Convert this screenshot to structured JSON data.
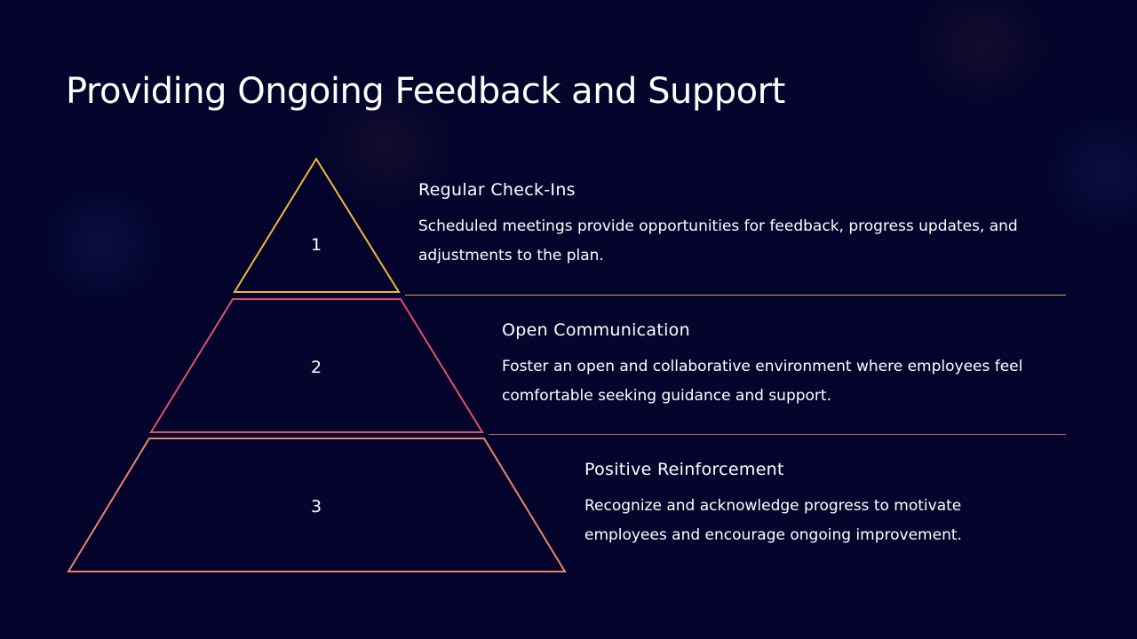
{
  "title": "Providing Ongoing Feedback and Support",
  "colors": {
    "background": "#04042c",
    "level1": "#f0b83a",
    "level2": "#de4f6c",
    "level3": "#e8856a"
  },
  "levels": [
    {
      "number": "1",
      "title": "Regular Check-Ins",
      "description": "Scheduled meetings provide opportunities for feedback, progress updates, and adjustments to the plan."
    },
    {
      "number": "2",
      "title": "Open Communication",
      "description": "Foster an open and collaborative environment where employees feel comfortable seeking guidance and support."
    },
    {
      "number": "3",
      "title": "Positive Reinforcement",
      "description": "Recognize and acknowledge progress to motivate employees and encourage ongoing improvement."
    }
  ]
}
